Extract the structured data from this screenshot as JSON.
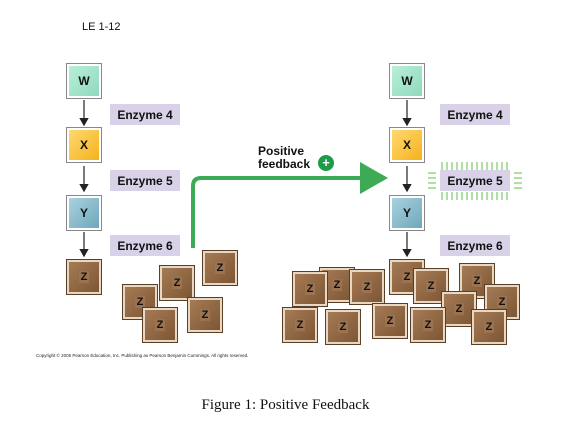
{
  "figure_id": "LE 1-12",
  "molecules": {
    "w": "W",
    "x": "X",
    "y": "Y",
    "z": "Z"
  },
  "enzymes": {
    "e4": "Enzyme 4",
    "e5": "Enzyme 5",
    "e6": "Enzyme 6"
  },
  "feedback": {
    "label": "Positive\nfeedback",
    "sign": "+"
  },
  "copyright": "Copyright © 2005 Pearson Education, Inc. Publishing as Pearson Benjamin Cummings. All rights reserved.",
  "caption": "Figure 1: Positive Feedback",
  "colors": {
    "arrow_green": "#3daa55",
    "enzyme_bg": "#d9d1e8",
    "glow": "#5fbf4a"
  }
}
